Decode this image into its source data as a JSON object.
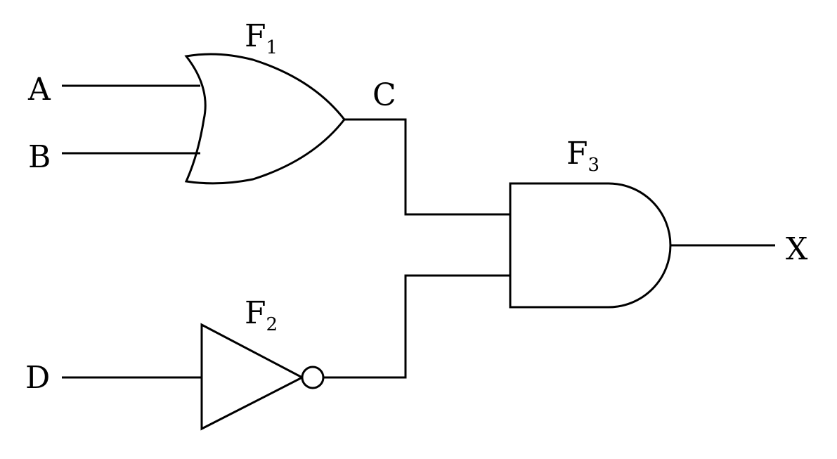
{
  "inputs": {
    "a": "A",
    "b": "B",
    "d": "D"
  },
  "signals": {
    "c": "C"
  },
  "output": {
    "x": "X"
  },
  "gates": {
    "or_gate": {
      "letter": "F",
      "index": "1",
      "type": "OR"
    },
    "not_gate": {
      "letter": "F",
      "index": "2",
      "type": "NOT"
    },
    "and_gate": {
      "letter": "F",
      "index": "3",
      "type": "AND"
    }
  },
  "colors": {
    "stroke": "#000000",
    "background": "#ffffff"
  }
}
